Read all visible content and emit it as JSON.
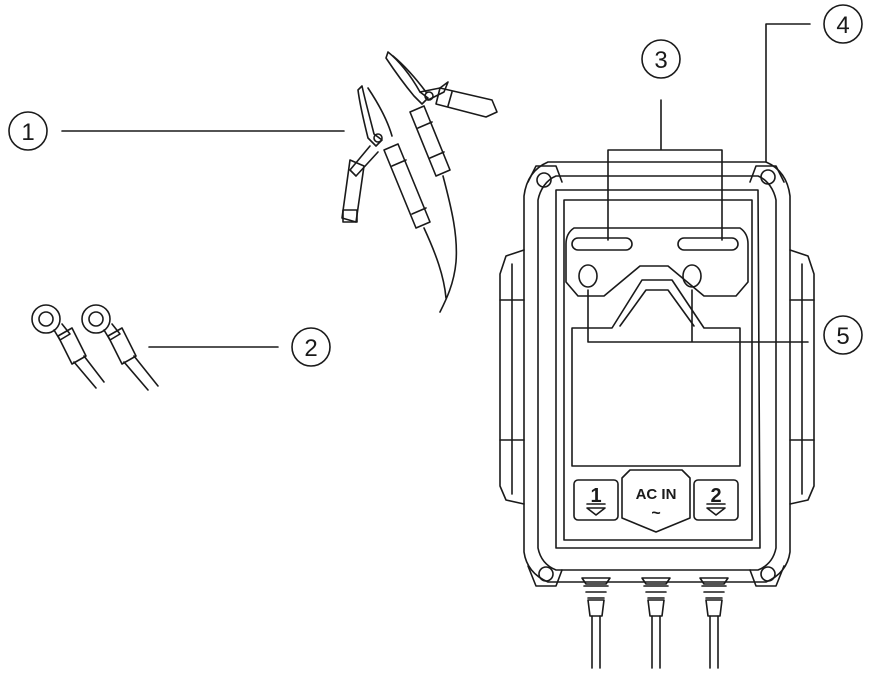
{
  "callouts": [
    {
      "id": "1",
      "label": "1"
    },
    {
      "id": "2",
      "label": "2"
    },
    {
      "id": "3",
      "label": "3"
    },
    {
      "id": "4",
      "label": "4"
    },
    {
      "id": "5",
      "label": "5"
    }
  ],
  "device": {
    "output_1_label": "1",
    "ac_in_label": "AC IN",
    "ac_symbol": "~",
    "output_2_label": "2"
  }
}
